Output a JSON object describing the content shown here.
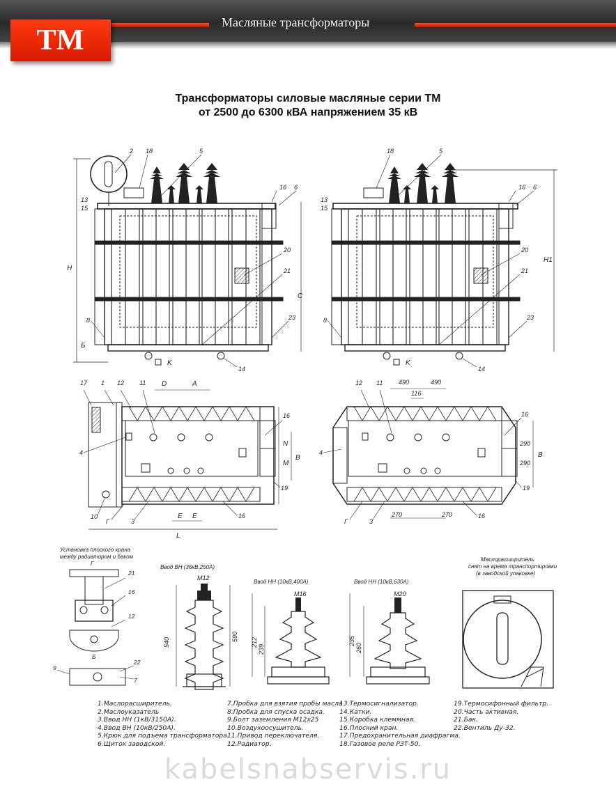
{
  "header": {
    "title": "Масляные трансформаторы",
    "logo": "ТМ",
    "accent_color": "#e0260a",
    "bar_color": "#333333"
  },
  "document": {
    "title_line1": "Трансформаторы силовые масляные серии ТМ",
    "title_line2": "от 2500 до 6300 кВА напряжением  35 кВ"
  },
  "drawing": {
    "front_left": {
      "callouts": [
        "2",
        "18",
        "5",
        "13",
        "15",
        "16",
        "6",
        "20",
        "21",
        "8",
        "23",
        "14"
      ],
      "dims": [
        "H",
        "C",
        "Б",
        "K"
      ]
    },
    "front_right": {
      "callouts": [
        "18",
        "5",
        "13",
        "15",
        "16",
        "6",
        "20",
        "21",
        "8",
        "23",
        "14"
      ],
      "dims": [
        "H1",
        "K"
      ]
    },
    "plan_left": {
      "callouts": [
        "17",
        "1",
        "12",
        "11",
        "16",
        "4",
        "19",
        "10",
        "Г",
        "3",
        "16"
      ],
      "dims": [
        "D",
        "A",
        "N",
        "M",
        "B",
        "E",
        "E",
        "L"
      ]
    },
    "plan_right": {
      "callouts": [
        "12",
        "11",
        "16",
        "4",
        "19",
        "Г",
        "3",
        "16"
      ],
      "dims": [
        "490",
        "490",
        "116",
        "290",
        "290",
        "B",
        "270",
        "270"
      ]
    },
    "detail_rail": {
      "caption_line1": "Установка плоского крана",
      "caption_line2": "между радиатором и баком",
      "callouts": [
        "Г",
        "21",
        "16",
        "12",
        "Б",
        "22",
        "9",
        "7"
      ]
    },
    "bushing_hv": {
      "caption": "Ввод ВН (36кВ,250А)",
      "thread": "М12",
      "dims": [
        "540",
        "590"
      ]
    },
    "bushing_lv1": {
      "caption": "Ввод НН (10кВ,400А)",
      "thread": "М16",
      "dims": [
        "212",
        "239"
      ]
    },
    "bushing_lv2": {
      "caption": "Ввод НН (10кВ,630А)",
      "thread": "М20",
      "dims": [
        "235",
        "260"
      ]
    },
    "conservator": {
      "caption_line1": "Маслорасширитель",
      "caption_line2": "снят на время транспортировки",
      "caption_line3": "(в заводской упаковке)"
    }
  },
  "legend": {
    "col1": [
      "1.Маслорасширитель.",
      "2.Маслоуказатель",
      "3.Ввод НН (1кВ/3150А).",
      "4.Ввод ВН (10кВ/250А).",
      "5.Крюк для подъема трансформатора.",
      "6.Щиток заводской."
    ],
    "col2": [
      "7.Пробка для взятия пробы масла",
      "8.Пробка для спуска осадка.",
      "9.Болт заземления М12х25",
      "10.Воздухоосушитель.",
      "11.Привод переключателя.",
      "12.Радиатор."
    ],
    "col3": [
      "13.Термосигнализатор.",
      "14.Катки.",
      "15.Коробка клеммная.",
      "16.Плоский кран.",
      "17.Предохранительная диафрагма.",
      "18.Газовое реле РЗТ-50."
    ],
    "col4": [
      "19.Термосифонный фильтр.",
      "20.Часть активная.",
      "21.Бак.",
      "22.Вентиль  Ду-32."
    ]
  },
  "watermark": "kabelsnabservis.ru"
}
